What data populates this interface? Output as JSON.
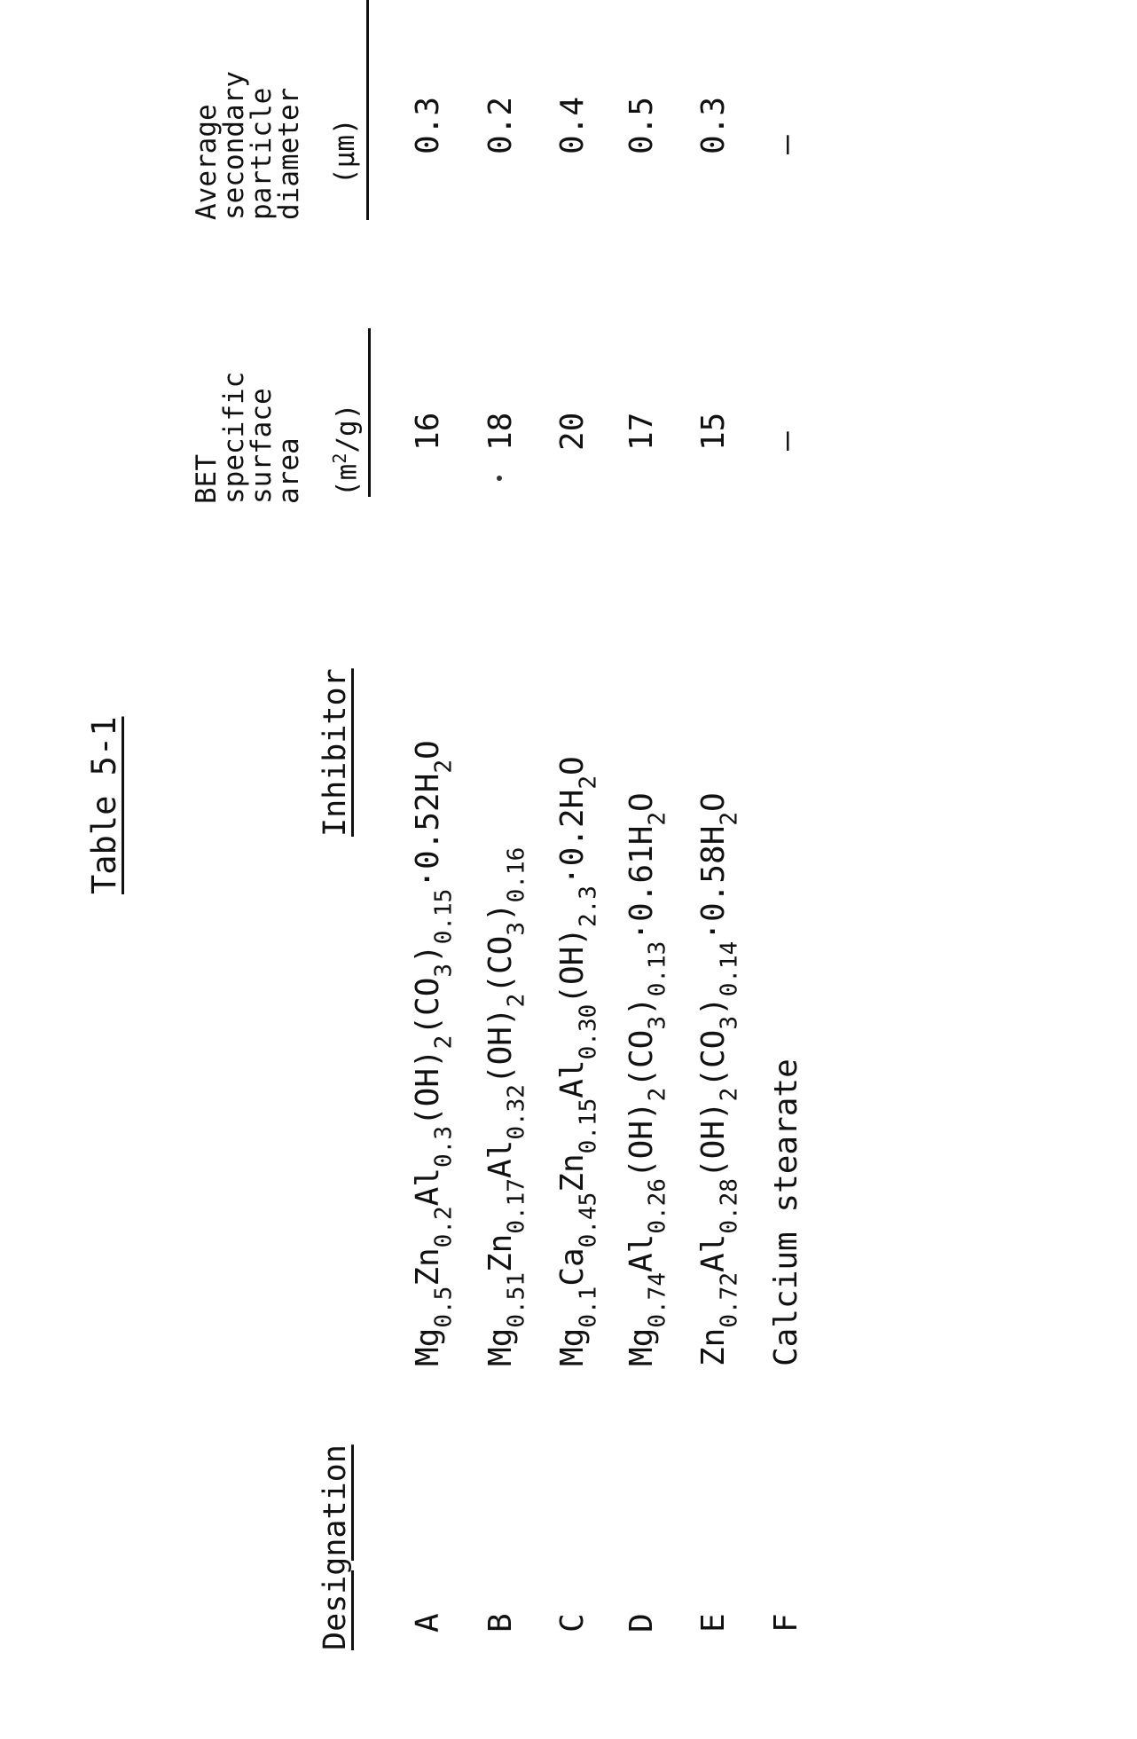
{
  "table": {
    "title": "Table 5-1",
    "headers": {
      "designation": "Designation",
      "inhibitor": "Inhibitor",
      "bet_line1": "BET",
      "bet_line2": "specific",
      "bet_line3": "surface",
      "bet_line4": "area",
      "bet_unit_pre": "(m",
      "bet_unit_sup": "2",
      "bet_unit_post": "/g)",
      "avg_line1": "Average",
      "avg_line2": "secondary",
      "avg_line3": "particle",
      "avg_line4": "diameter",
      "avg_unit": "(µm)"
    },
    "rows": [
      {
        "designation": "A",
        "inhibitor_plain": "Mg0.5Zn0.2Al0.3(OH)2(CO3)0.15·0.52H2O",
        "bet": "16",
        "avg": "0.3"
      },
      {
        "designation": "B",
        "inhibitor_plain": "Mg0.51Zn0.17Al0.32(OH)2(CO3)0.16",
        "bet": "18",
        "avg": "0.2"
      },
      {
        "designation": "C",
        "inhibitor_plain": "Mg0.1Ca0.45Zn0.15Al0.30(OH)2.3·0.2H2O",
        "bet": "20",
        "avg": "0.4"
      },
      {
        "designation": "D",
        "inhibitor_plain": "Mg0.74Al0.26(OH)2(CO3)0.13·0.61H2O",
        "bet": "17",
        "avg": "0.5"
      },
      {
        "designation": "E",
        "inhibitor_plain": "Zn0.72Al0.28(OH)2(CO3)0.14·0.58H2O",
        "bet": "15",
        "avg": "0.3"
      },
      {
        "designation": "F",
        "inhibitor_plain": "Calcium stearate",
        "bet": "–",
        "avg": "–"
      }
    ]
  }
}
